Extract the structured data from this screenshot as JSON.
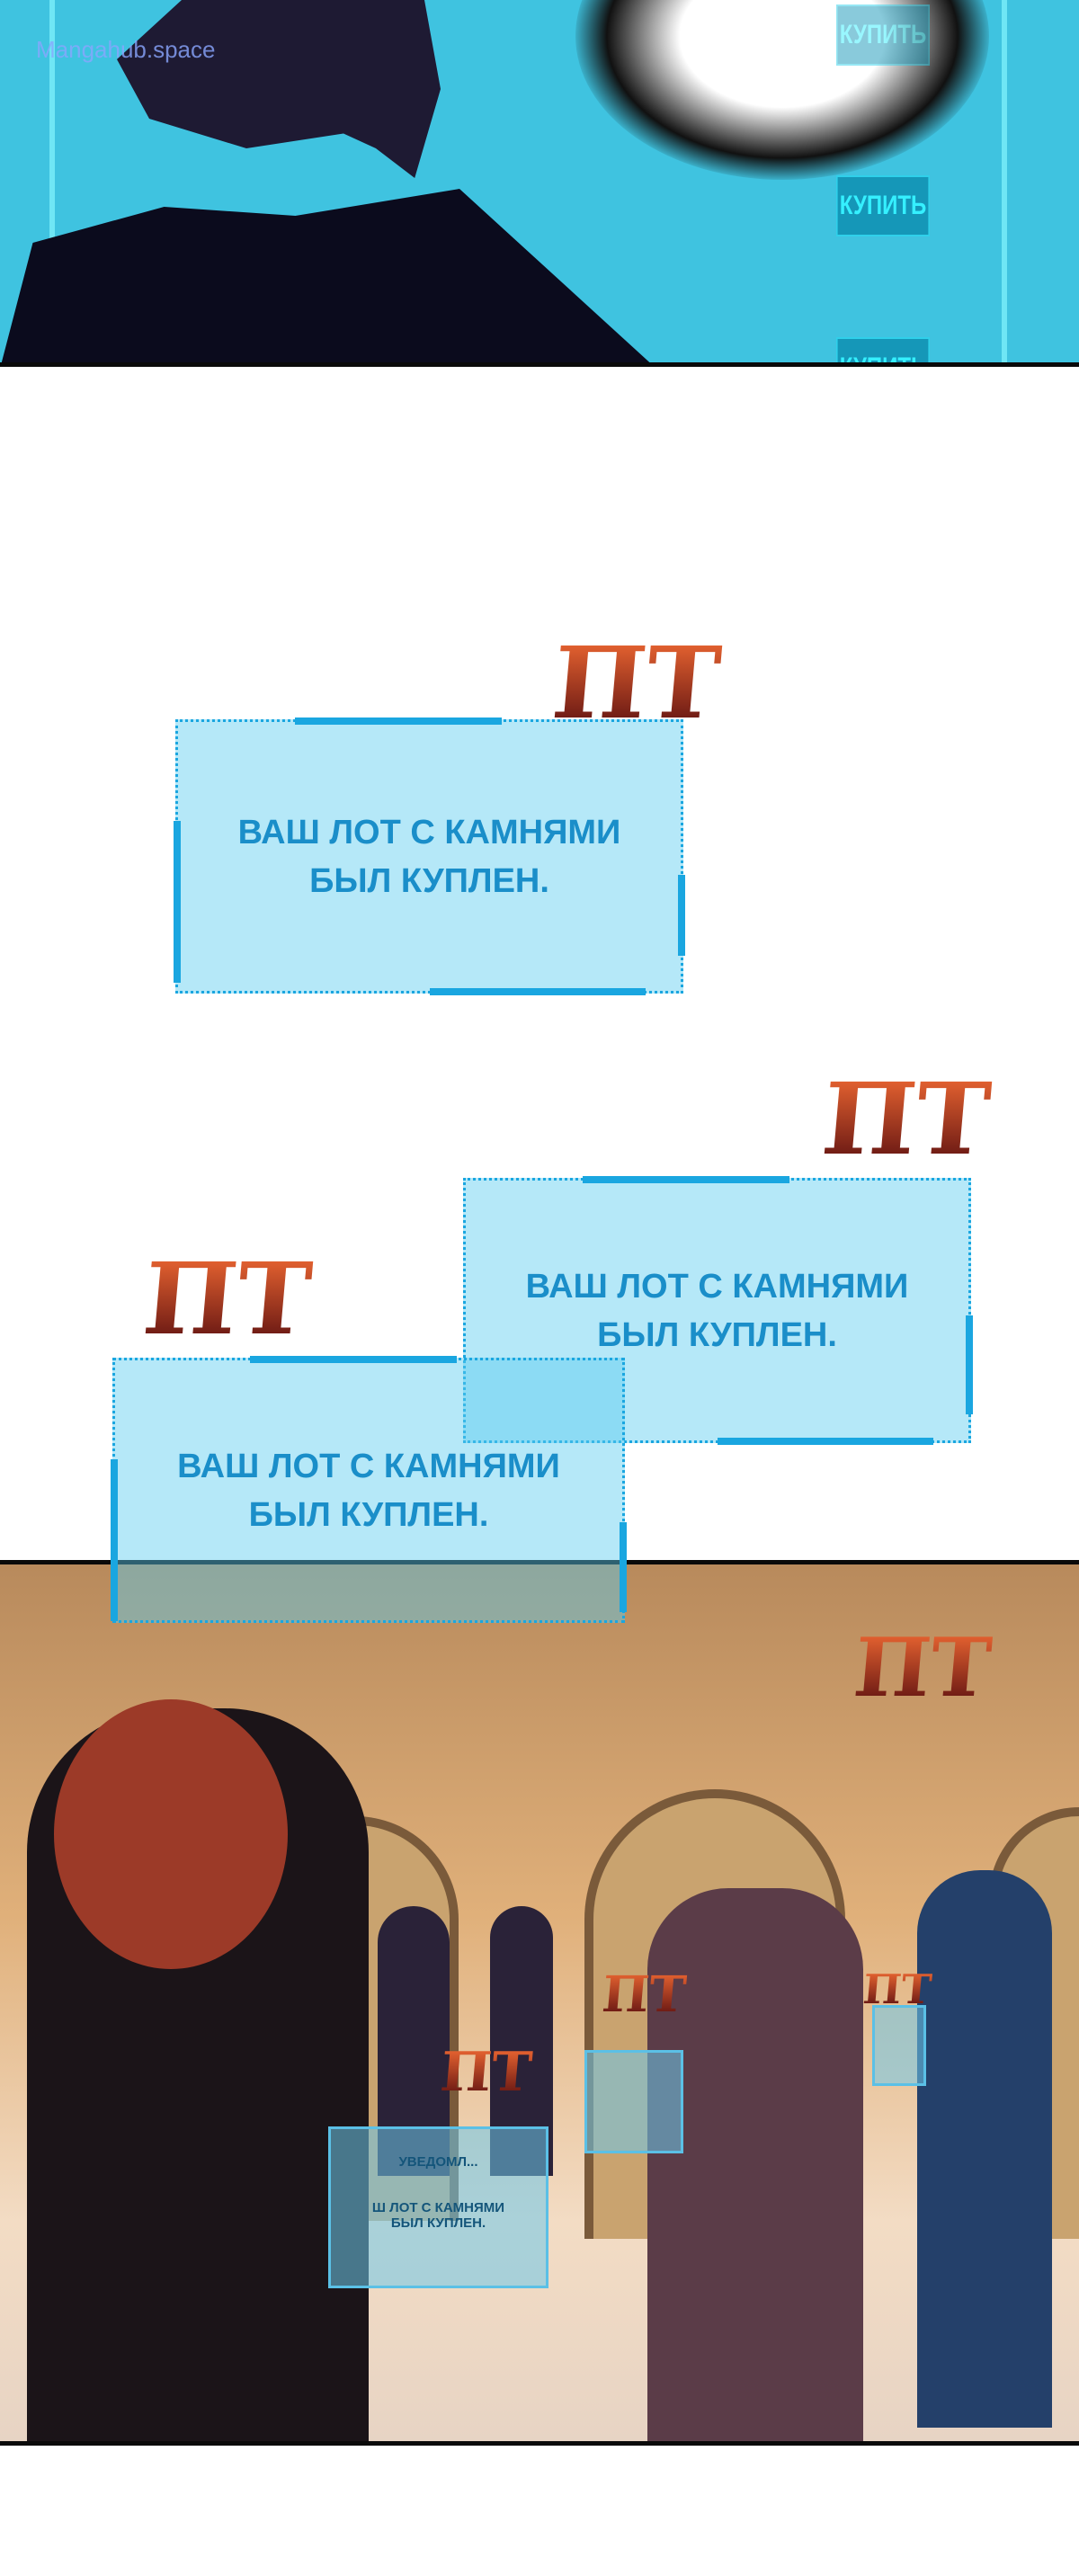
{
  "watermark": "Mangahub.space",
  "top_panel": {
    "buttons": [
      "КУПИТЬ",
      "КУПИТЬ",
      "КУПИТЬ"
    ]
  },
  "notifications": [
    {
      "line1": "ВАШ ЛОТ С КАМНЯМИ",
      "line2": "БЫЛ КУПЛЕН."
    },
    {
      "line1": "ВАШ ЛОТ С КАМНЯМИ",
      "line2": "БЫЛ КУПЛЕН."
    },
    {
      "line1": "ВАШ ЛОТ С КАМНЯМИ",
      "line2": "БЫЛ КУПЛЕН."
    }
  ],
  "sfx": "ПТ",
  "scene_note": {
    "title": "УВЕДОМЛ...",
    "line1": "Ш ЛОТ С КАМНЯМИ",
    "line2": "БЫЛ КУПЛЕН."
  },
  "colors": {
    "cyan_panel": "#3fc3e0",
    "box_border": "#1aa6e0",
    "box_text": "#1a8ec9",
    "sfx": "#e2482c"
  }
}
